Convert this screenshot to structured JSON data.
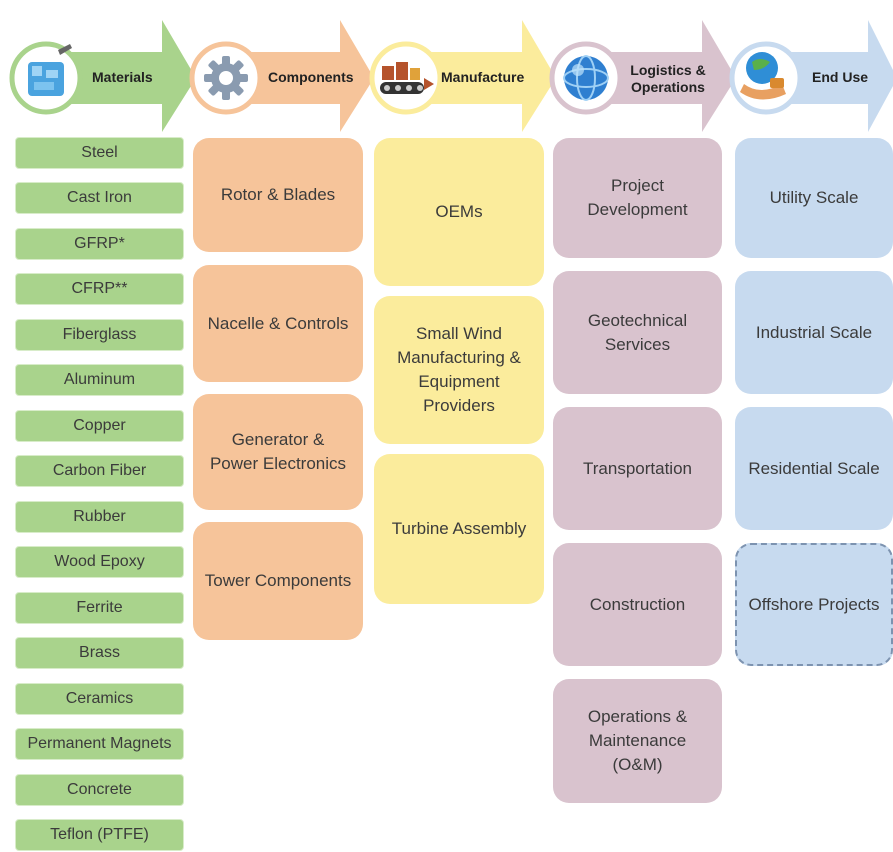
{
  "stages": [
    {
      "label": "Materials",
      "color": "#a9d38c",
      "icon": "ice-block-icon"
    },
    {
      "label": "Components",
      "color": "#f6c49a",
      "icon": "gear-icon"
    },
    {
      "label": "Manufacture",
      "color": "#fbec9c",
      "icon": "factory-conveyor-icon"
    },
    {
      "label": "Logistics & Operations",
      "line1": "Logistics &",
      "line2": "Operations",
      "color": "#d9c3ce",
      "icon": "globe-icon"
    },
    {
      "label": "End Use",
      "color": "#c7daef",
      "icon": "globe-hand-icon"
    }
  ],
  "materials": [
    "Steel",
    "Cast Iron",
    "GFRP*",
    "CFRP**",
    "Fiberglass",
    "Aluminum",
    "Copper",
    "Carbon Fiber",
    "Rubber",
    "Wood Epoxy",
    "Ferrite",
    "Brass",
    "Ceramics",
    "Permanent Magnets",
    "Concrete",
    "Teflon (PTFE)"
  ],
  "components": [
    "Rotor & Blades",
    "Nacelle & Controls",
    "Generator &\nPower Electronics",
    "Tower Components"
  ],
  "manufacture": [
    "OEMs",
    "Small Wind\nManufacturing &\nEquipment\nProviders",
    "Turbine Assembly"
  ],
  "logistics": [
    "Project\nDevelopment",
    "Geotechnical\nServices",
    "Transportation",
    "Construction",
    "Operations &\nMaintenance\n(O&M)"
  ],
  "end_use": [
    "Utility Scale",
    "Industrial Scale",
    "Residential Scale",
    "Offshore Projects"
  ]
}
